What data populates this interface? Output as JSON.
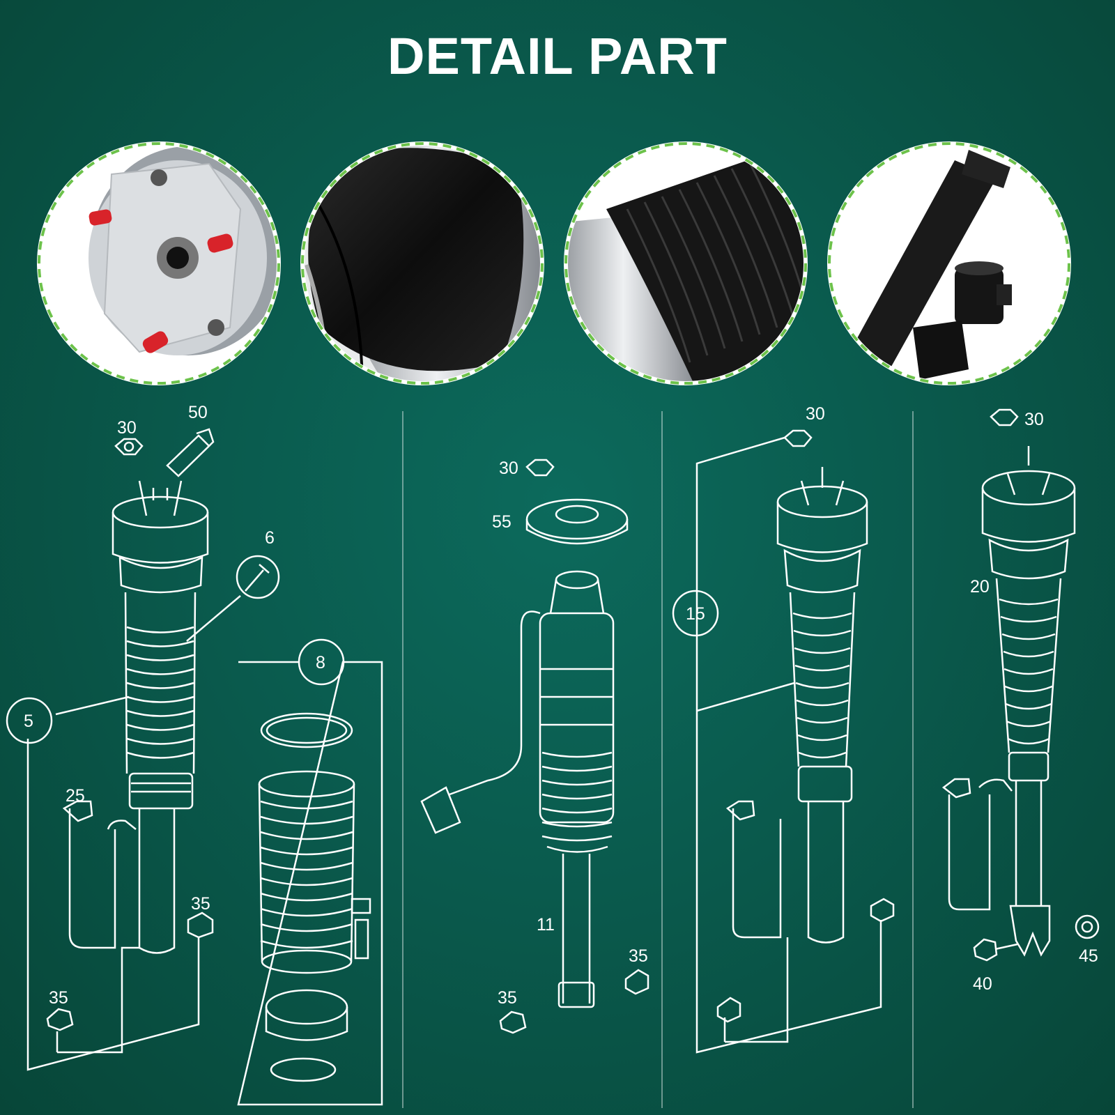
{
  "title": "DETAIL PART",
  "detail_photos": [
    {
      "name": "top-mount-photo",
      "icon": "top-mount-with-red-caps"
    },
    {
      "name": "air-bag-photo",
      "icon": "black-air-bag-chamber"
    },
    {
      "name": "bellows-photo",
      "icon": "ribbed-rubber-bellows"
    },
    {
      "name": "damper-valve-photo",
      "icon": "shock-body-with-valve-connector"
    }
  ],
  "diagram": {
    "panel1": {
      "callouts": [
        "30",
        "50",
        "6",
        "5",
        "25",
        "35",
        "35",
        "8"
      ]
    },
    "panel2": {
      "callouts": [
        "30",
        "55",
        "11",
        "35",
        "35"
      ]
    },
    "panel3": {
      "callouts": [
        "30",
        "15"
      ]
    },
    "panel4": {
      "callouts": [
        "30",
        "20",
        "40",
        "45"
      ]
    }
  },
  "colors": {
    "background": "#0a5a4d",
    "line": "#ffffff",
    "accent_dash": "#6cc24a",
    "cap_red": "#d8232a"
  }
}
